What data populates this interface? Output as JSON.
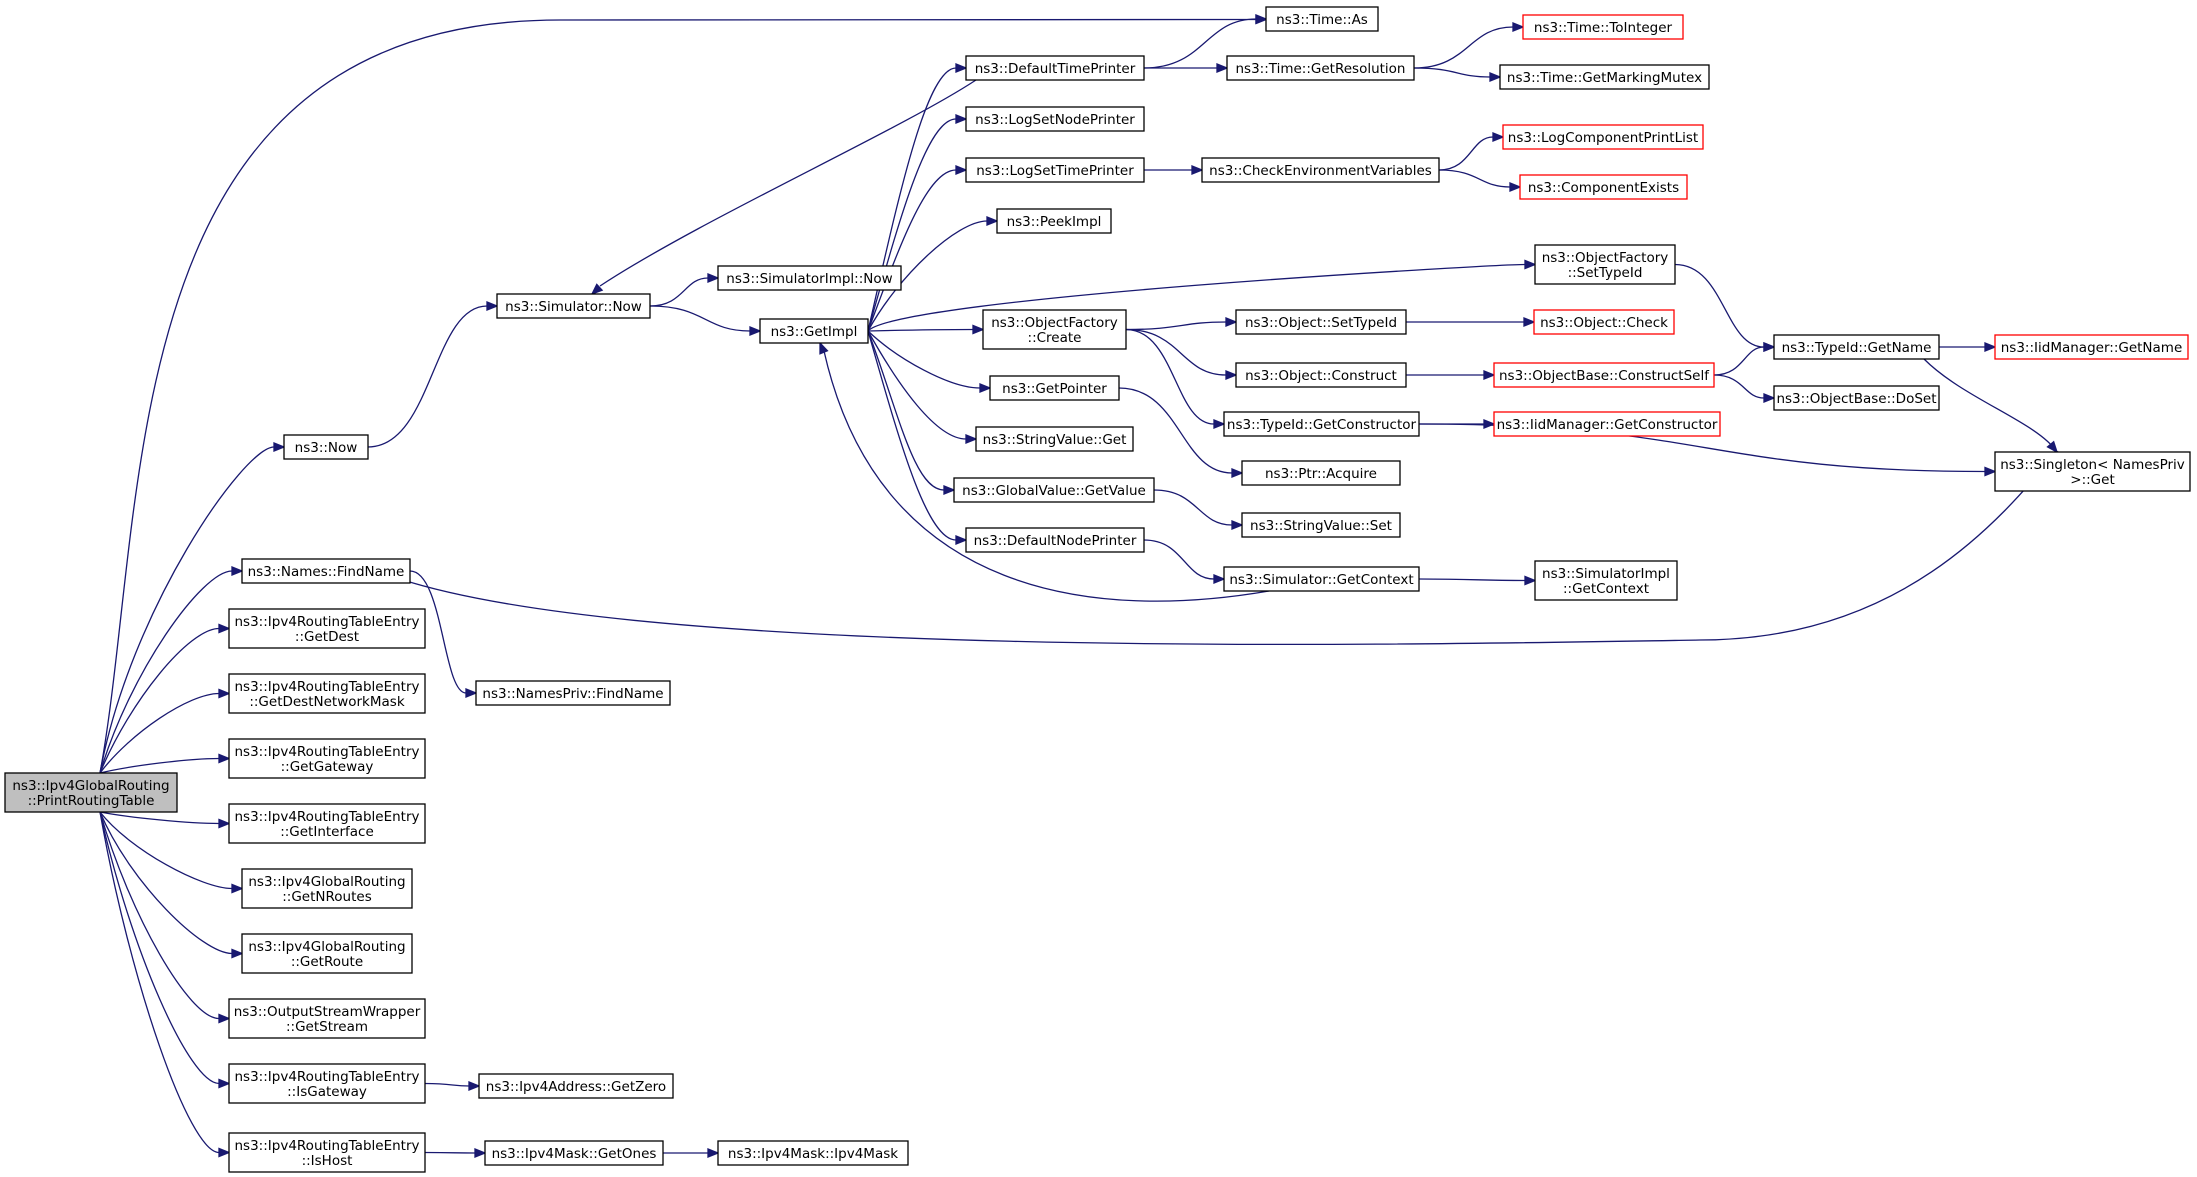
{
  "colors": {
    "edge": "#191970",
    "node_border": "#000000",
    "external_border": "#ff0000",
    "node_fill": "#ffffff",
    "root_fill": "#bfbfbf"
  },
  "nodes": [
    {
      "id": "root",
      "lines": [
        "ns3::Ipv4GlobalRouting",
        "::PrintRoutingTable"
      ],
      "kind": "root"
    },
    {
      "id": "now",
      "lines": [
        "ns3::Now"
      ],
      "kind": "normal"
    },
    {
      "id": "namesfind",
      "lines": [
        "ns3::Names::FindName"
      ],
      "kind": "normal"
    },
    {
      "id": "getdest",
      "lines": [
        "ns3::Ipv4RoutingTableEntry",
        "::GetDest"
      ],
      "kind": "normal"
    },
    {
      "id": "getdestmask",
      "lines": [
        "ns3::Ipv4RoutingTableEntry",
        "::GetDestNetworkMask"
      ],
      "kind": "normal"
    },
    {
      "id": "getgateway",
      "lines": [
        "ns3::Ipv4RoutingTableEntry",
        "::GetGateway"
      ],
      "kind": "normal"
    },
    {
      "id": "getinterface",
      "lines": [
        "ns3::Ipv4RoutingTableEntry",
        "::GetInterface"
      ],
      "kind": "normal"
    },
    {
      "id": "getnroutes",
      "lines": [
        "ns3::Ipv4GlobalRouting",
        "::GetNRoutes"
      ],
      "kind": "normal"
    },
    {
      "id": "getroute",
      "lines": [
        "ns3::Ipv4GlobalRouting",
        "::GetRoute"
      ],
      "kind": "normal"
    },
    {
      "id": "getstream",
      "lines": [
        "ns3::OutputStreamWrapper",
        "::GetStream"
      ],
      "kind": "normal"
    },
    {
      "id": "isgateway",
      "lines": [
        "ns3::Ipv4RoutingTableEntry",
        "::IsGateway"
      ],
      "kind": "normal"
    },
    {
      "id": "ishost",
      "lines": [
        "ns3::Ipv4RoutingTableEntry",
        "::IsHost"
      ],
      "kind": "normal"
    },
    {
      "id": "simnow",
      "lines": [
        "ns3::Simulator::Now"
      ],
      "kind": "normal"
    },
    {
      "id": "namesprivfind",
      "lines": [
        "ns3::NamesPriv::FindName"
      ],
      "kind": "normal"
    },
    {
      "id": "getzero",
      "lines": [
        "ns3::Ipv4Address::GetZero"
      ],
      "kind": "normal"
    },
    {
      "id": "getones",
      "lines": [
        "ns3::Ipv4Mask::GetOnes"
      ],
      "kind": "normal"
    },
    {
      "id": "ipv4mask",
      "lines": [
        "ns3::Ipv4Mask::Ipv4Mask"
      ],
      "kind": "normal"
    },
    {
      "id": "simimplnow",
      "lines": [
        "ns3::SimulatorImpl::Now"
      ],
      "kind": "normal"
    },
    {
      "id": "getimpl",
      "lines": [
        "ns3::GetImpl"
      ],
      "kind": "normal"
    },
    {
      "id": "timeas",
      "lines": [
        "ns3::Time::As"
      ],
      "kind": "normal"
    },
    {
      "id": "deftimeprinter",
      "lines": [
        "ns3::DefaultTimePrinter"
      ],
      "kind": "normal"
    },
    {
      "id": "logsetnode",
      "lines": [
        "ns3::LogSetNodePrinter"
      ],
      "kind": "normal"
    },
    {
      "id": "logsettime",
      "lines": [
        "ns3::LogSetTimePrinter"
      ],
      "kind": "normal"
    },
    {
      "id": "peekimpl",
      "lines": [
        "ns3::PeekImpl"
      ],
      "kind": "normal"
    },
    {
      "id": "ofcreate",
      "lines": [
        "ns3::ObjectFactory",
        "::Create"
      ],
      "kind": "normal"
    },
    {
      "id": "getpointer",
      "lines": [
        "ns3::GetPointer"
      ],
      "kind": "normal"
    },
    {
      "id": "stringget",
      "lines": [
        "ns3::StringValue::Get"
      ],
      "kind": "normal"
    },
    {
      "id": "gvgetvalue",
      "lines": [
        "ns3::GlobalValue::GetValue"
      ],
      "kind": "normal"
    },
    {
      "id": "defnodeprinter",
      "lines": [
        "ns3::DefaultNodePrinter"
      ],
      "kind": "normal"
    },
    {
      "id": "getresolution",
      "lines": [
        "ns3::Time::GetResolution"
      ],
      "kind": "normal"
    },
    {
      "id": "checkenv",
      "lines": [
        "ns3::CheckEnvironmentVariables"
      ],
      "kind": "normal"
    },
    {
      "id": "objsettypeid",
      "lines": [
        "ns3::Object::SetTypeId"
      ],
      "kind": "normal"
    },
    {
      "id": "objconstruct",
      "lines": [
        "ns3::Object::Construct"
      ],
      "kind": "normal"
    },
    {
      "id": "tidgetctor",
      "lines": [
        "ns3::TypeId::GetConstructor"
      ],
      "kind": "normal"
    },
    {
      "id": "ptracquire",
      "lines": [
        "ns3::Ptr::Acquire"
      ],
      "kind": "normal"
    },
    {
      "id": "stringset",
      "lines": [
        "ns3::StringValue::Set"
      ],
      "kind": "normal"
    },
    {
      "id": "simgetctx",
      "lines": [
        "ns3::Simulator::GetContext"
      ],
      "kind": "normal"
    },
    {
      "id": "toint",
      "lines": [
        "ns3::Time::ToInteger"
      ],
      "kind": "external"
    },
    {
      "id": "getmutex",
      "lines": [
        "ns3::Time::GetMarkingMutex"
      ],
      "kind": "normal"
    },
    {
      "id": "logcomplist",
      "lines": [
        "ns3::LogComponentPrintList"
      ],
      "kind": "external"
    },
    {
      "id": "compexists",
      "lines": [
        "ns3::ComponentExists"
      ],
      "kind": "external"
    },
    {
      "id": "ofsettypeid",
      "lines": [
        "ns3::ObjectFactory",
        "::SetTypeId"
      ],
      "kind": "normal"
    },
    {
      "id": "objcheck",
      "lines": [
        "ns3::Object::Check"
      ],
      "kind": "external"
    },
    {
      "id": "obconstructself",
      "lines": [
        "ns3::ObjectBase::ConstructSelf"
      ],
      "kind": "external"
    },
    {
      "id": "iidgetctor",
      "lines": [
        "ns3::IidManager::GetConstructor"
      ],
      "kind": "external"
    },
    {
      "id": "simimplgetctx",
      "lines": [
        "ns3::SimulatorImpl",
        "::GetContext"
      ],
      "kind": "normal"
    },
    {
      "id": "tidgetname",
      "lines": [
        "ns3::TypeId::GetName"
      ],
      "kind": "normal"
    },
    {
      "id": "obdoset",
      "lines": [
        "ns3::ObjectBase::DoSet"
      ],
      "kind": "normal"
    },
    {
      "id": "iidgetname",
      "lines": [
        "ns3::IidManager::GetName"
      ],
      "kind": "external"
    },
    {
      "id": "singletonget",
      "lines": [
        "ns3::Singleton< NamesPriv",
        " >::Get"
      ],
      "kind": "normal"
    }
  ]
}
